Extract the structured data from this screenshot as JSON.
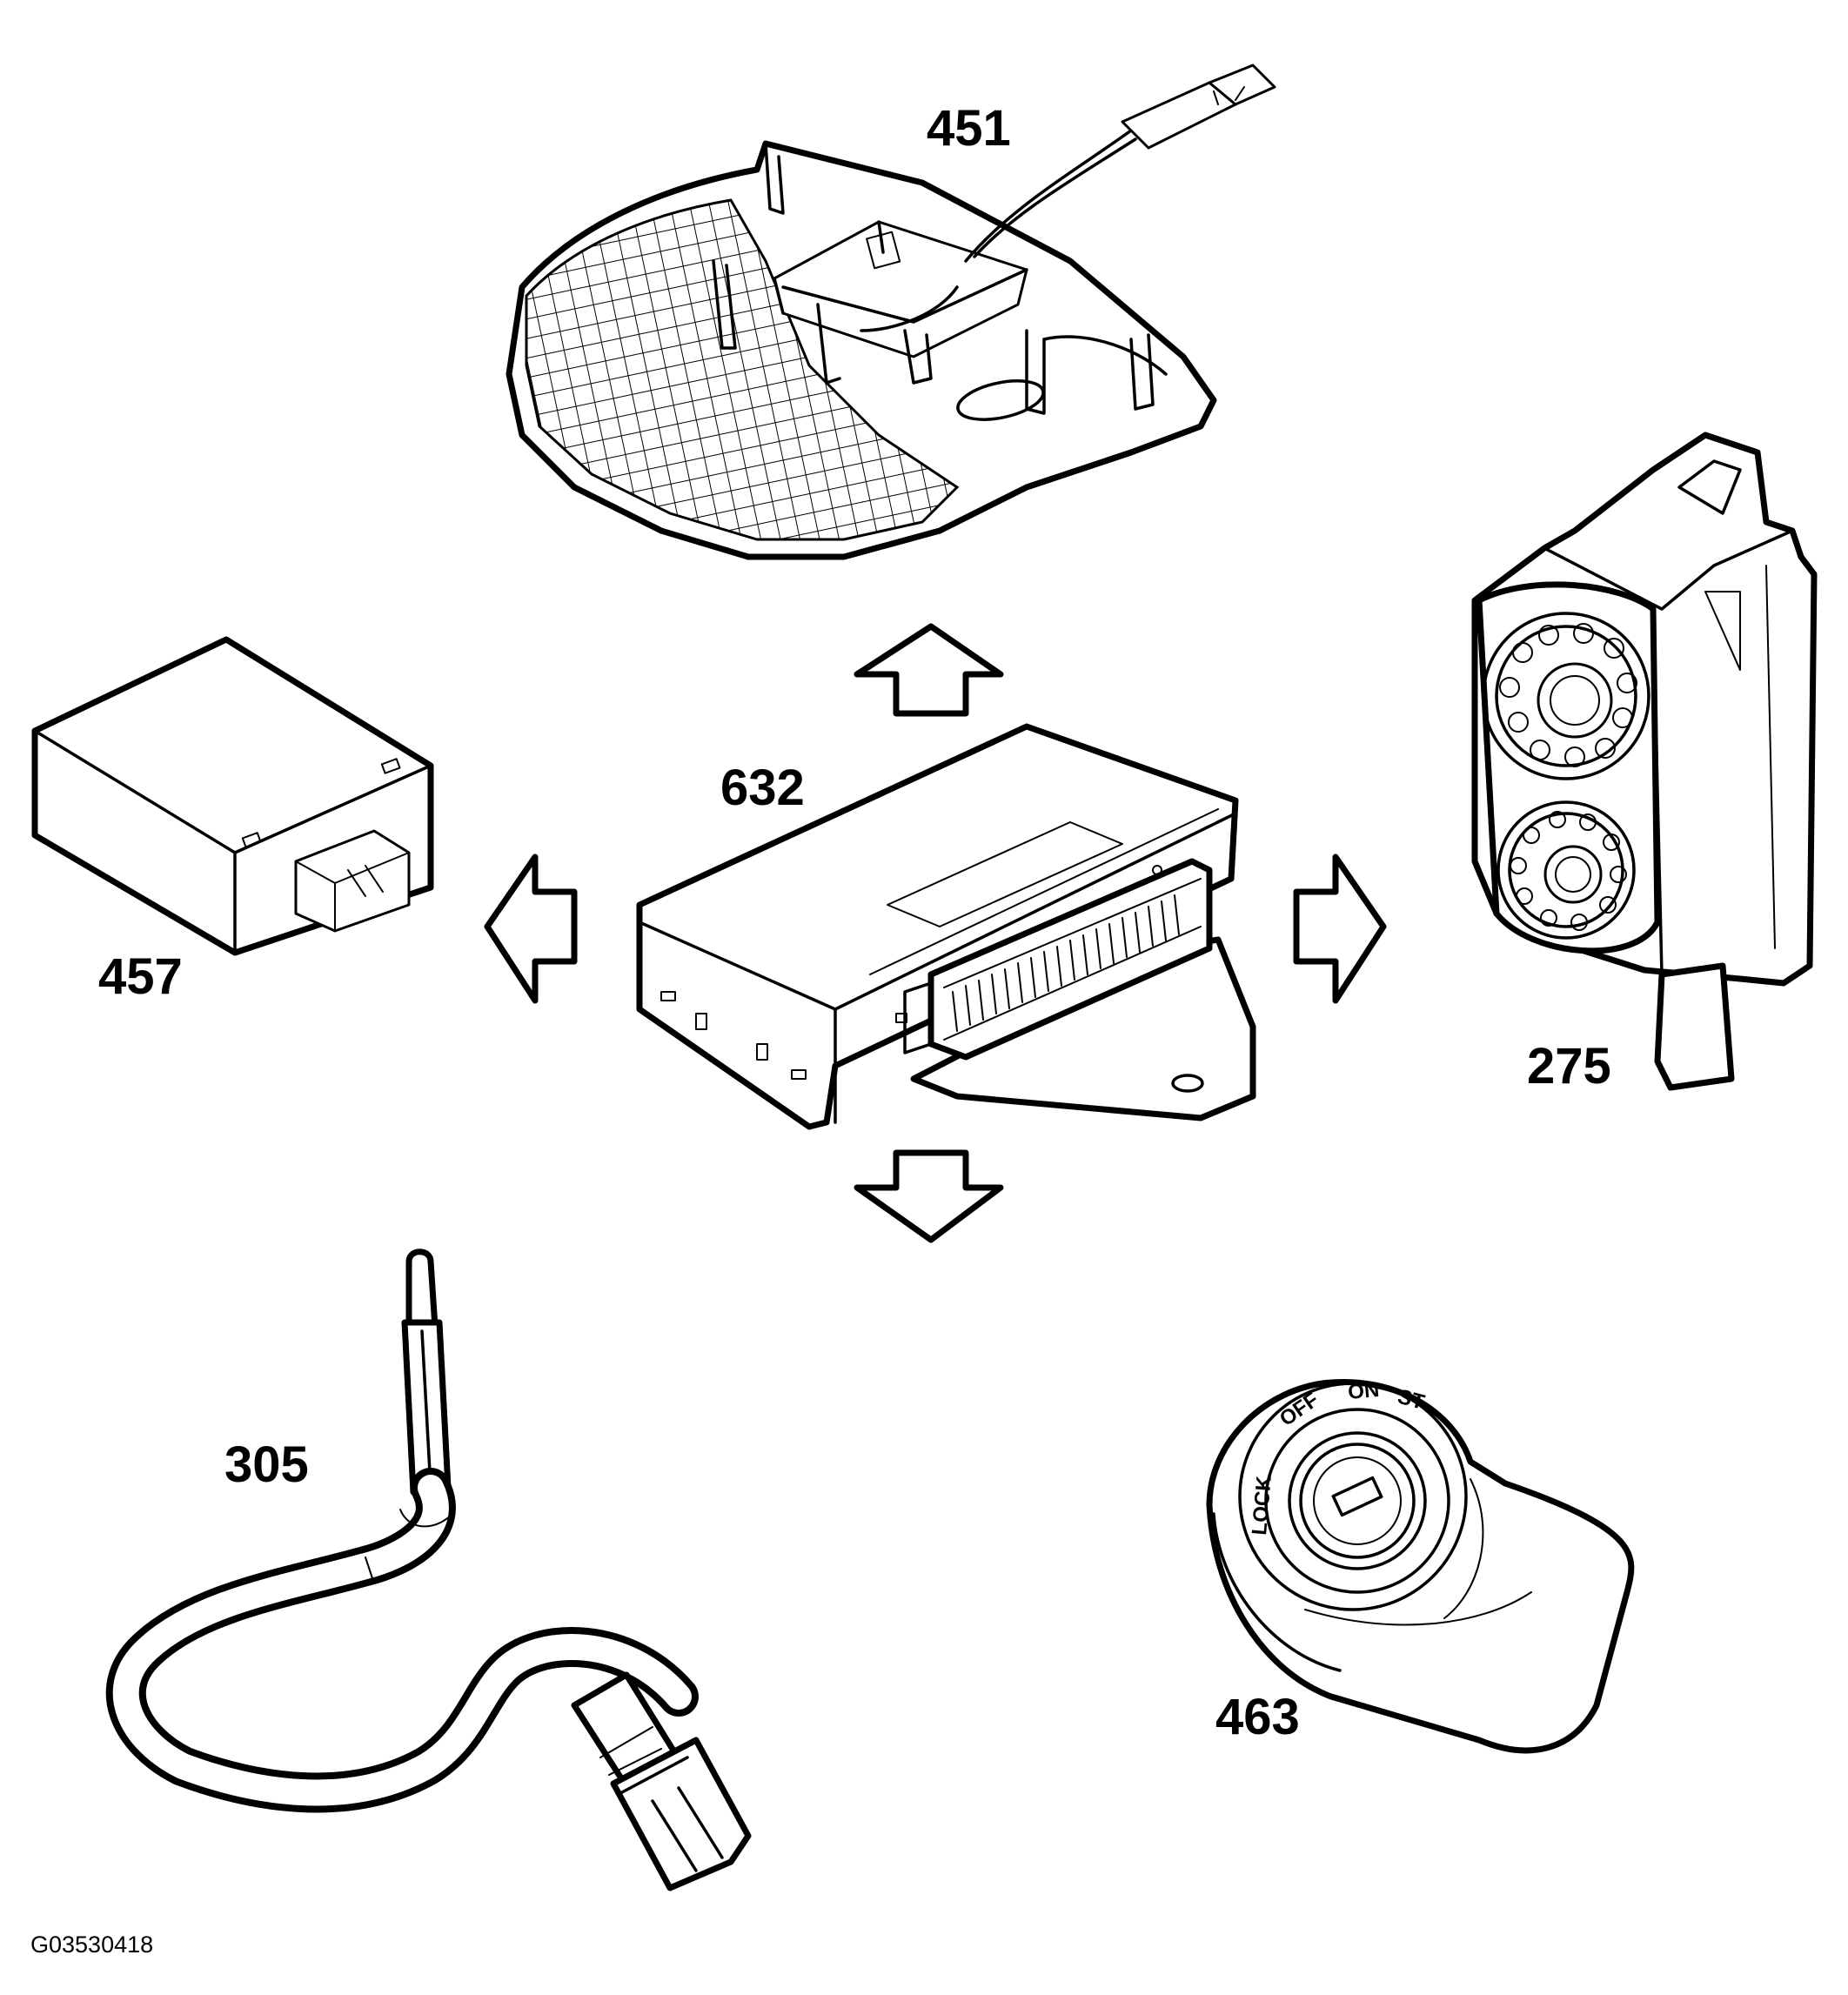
{
  "labels": {
    "roof_console": "451",
    "control_module": "632",
    "receiver_box": "457",
    "siren": "275",
    "temp_sensor": "305",
    "ignition_switch": "463"
  },
  "ignition_positions": {
    "lock": "LOCK",
    "off": "OFF",
    "on": "ON",
    "start": "ST"
  },
  "figure_id": "G03530418"
}
